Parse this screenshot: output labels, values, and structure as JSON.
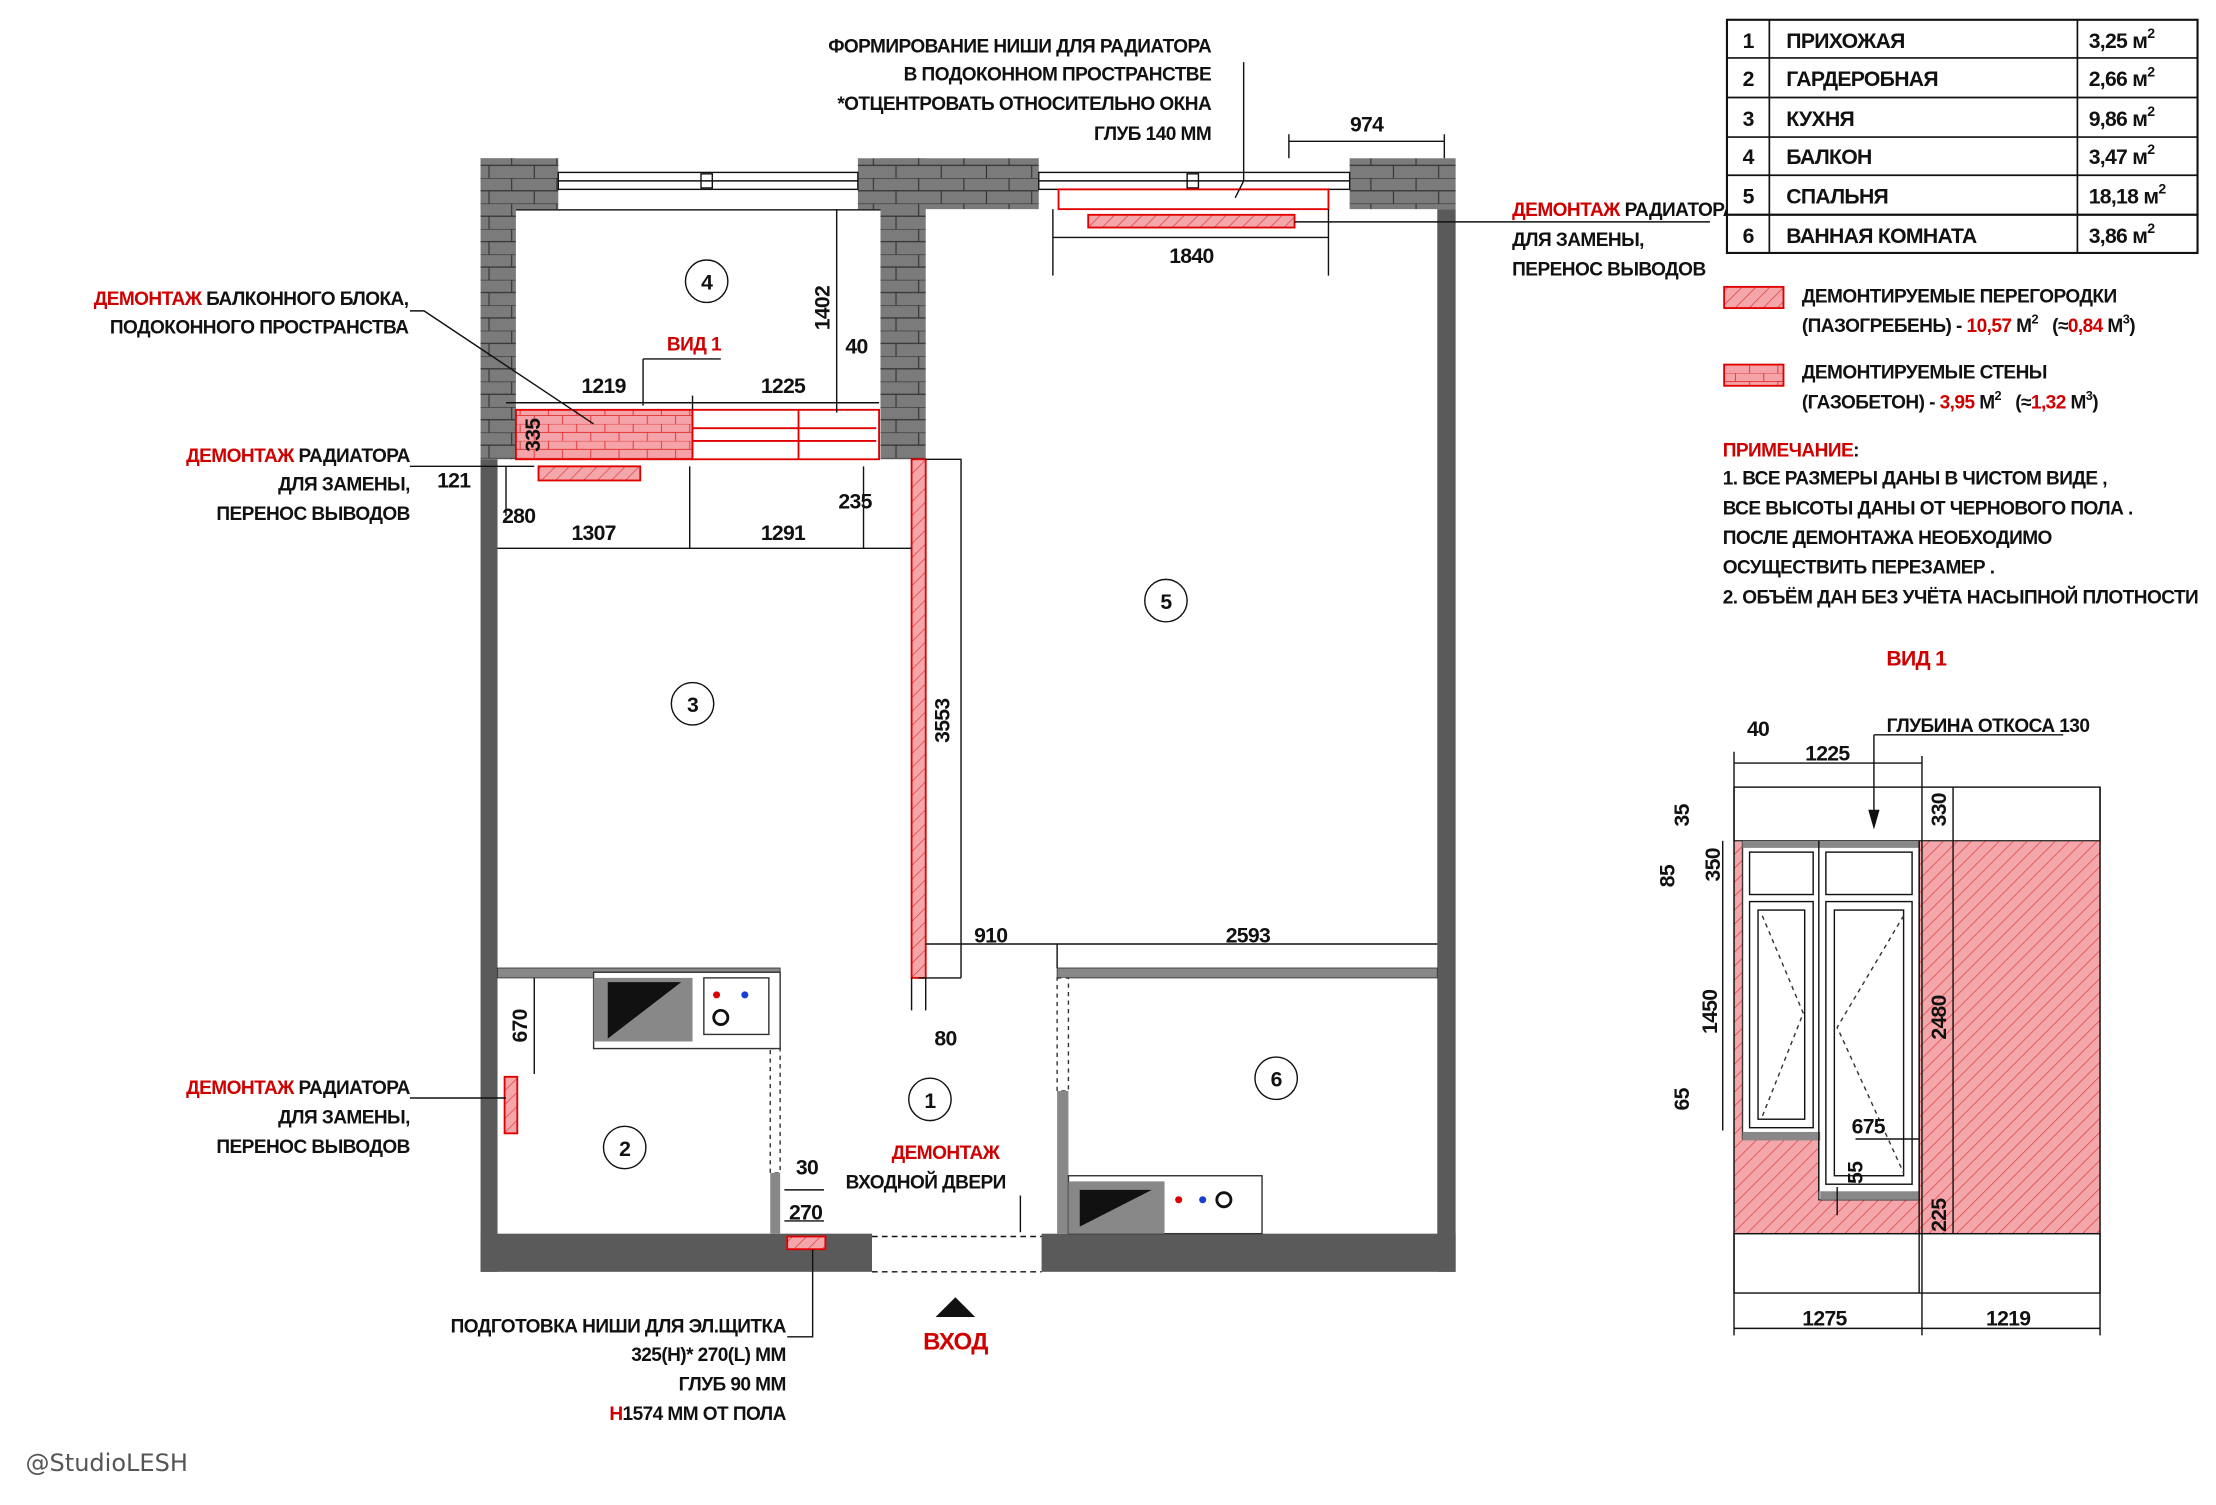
{
  "rooms_table": [
    {
      "num": "1",
      "name": "ПРИХОЖАЯ",
      "area": "3,25 м",
      "sup": "2"
    },
    {
      "num": "2",
      "name": "ГАРДЕРОБНАЯ",
      "area": "2,66 м",
      "sup": "2"
    },
    {
      "num": "3",
      "name": "КУХНЯ",
      "area": "9,86 м",
      "sup": "2"
    },
    {
      "num": "4",
      "name": "БАЛКОН",
      "area": "3,47 м",
      "sup": "2"
    },
    {
      "num": "5",
      "name": "СПАЛЬНЯ",
      "area": "18,18 м",
      "sup": "2"
    },
    {
      "num": "6",
      "name": "ВАННАЯ КОМНАТА",
      "area": "3,86 м",
      "sup": "2"
    }
  ],
  "legend": {
    "partitions": {
      "line1": "ДЕМОНТИРУЕМЫЕ  ПЕРЕГОРОДКИ",
      "prefix": "(ПАЗОГРЕБЕНЬ) - ",
      "area": "10,57",
      "unit": " М",
      "sup": "2",
      "vol_open": "   (≈",
      "vol": "0,84",
      "vol_unit": " М",
      "vol_sup": "3",
      "close": ")"
    },
    "walls": {
      "line1": "ДЕМОНТИРУЕМЫЕ СТЕНЫ",
      "prefix": "(ГАЗОБЕТОН) - ",
      "area": "3,95",
      "unit": " М",
      "sup": "2",
      "vol_open": "   (≈",
      "vol": "1,32",
      "vol_unit": " М",
      "vol_sup": "3",
      "close": ")"
    }
  },
  "note": {
    "title": "ПРИМЕЧАНИЕ",
    "colon": ":",
    "lines": [
      "1. ВСЕ РАЗМЕРЫ ДАНЫ В ЧИСТОМ ВИДЕ ,",
      "ВСЕ ВЫСОТЫ ДАНЫ ОТ ЧЕРНОВОГО ПОЛА .",
      "ПОСЛЕ ДЕМОНТАЖА НЕОБХОДИМО",
      "ОСУЩЕСТВИТЬ ПЕРЕЗАМЕР .",
      "2. ОБЪЁМ ДАН БЕЗ УЧЁТА НАСЫПНОЙ ПЛОТНОСТИ"
    ]
  },
  "view1": {
    "title": "ВИД 1",
    "slope_label": "ГЛУБИНА ОТКОСА 130",
    "dims": [
      "40",
      "1225",
      "35",
      "350",
      "85",
      "1450",
      "65",
      "330",
      "2480",
      "675",
      "55",
      "225",
      "1275",
      "1219"
    ]
  },
  "plan": {
    "room_labels": [
      "1",
      "2",
      "3",
      "4",
      "5",
      "6"
    ],
    "dims": [
      "974",
      "1840",
      "1402",
      "40",
      "1219",
      "1225",
      "335",
      "121",
      "280",
      "1307",
      "1291",
      "235",
      "3553",
      "910",
      "2593",
      "670",
      "80",
      "30",
      "270"
    ],
    "view1_marker": "ВИД 1",
    "entrance": "ВХОД",
    "demolish": "ДЕМОНТАЖ",
    "niche_radiator": [
      "ФОРМИРОВАНИЕ НИШИ ДЛЯ РАДИАТОРА",
      "В ПОДОКОННОМ ПРОСТРАНСТВЕ",
      "*ОТЦЕНТРОВАТЬ ОТНОСИТЕЛЬНО ОКНА",
      "ГЛУБ 140 ММ"
    ],
    "radiator_note": {
      "rest": " РАДИАТОРА",
      "line2": "ДЛЯ ЗАМЕНЫ,",
      "line3": "ПЕРЕНОС ВЫВОДОВ"
    },
    "balcony_note": {
      "rest": "  БАЛКОННОГО БЛОКА,",
      "line2": "ПОДОКОННОГО ПРОСТРАНСТВА"
    },
    "door_note": "ВХОДНОЙ ДВЕРИ",
    "panel_niche": {
      "line1": "ПОДГОТОВКА НИШИ ДЛЯ ЭЛ.ЩИТКА",
      "line2": "325(Н)* 270(L) ММ",
      "line3": "ГЛУБ 90 ММ",
      "h": "Н",
      "line4": "1574 ММ ОТ ПОЛА"
    }
  },
  "watermark": "@StudioLESH",
  "colors": {
    "accent": "#d00000",
    "hatch": "#f4a7ab",
    "wall": "#5a5a5a"
  }
}
